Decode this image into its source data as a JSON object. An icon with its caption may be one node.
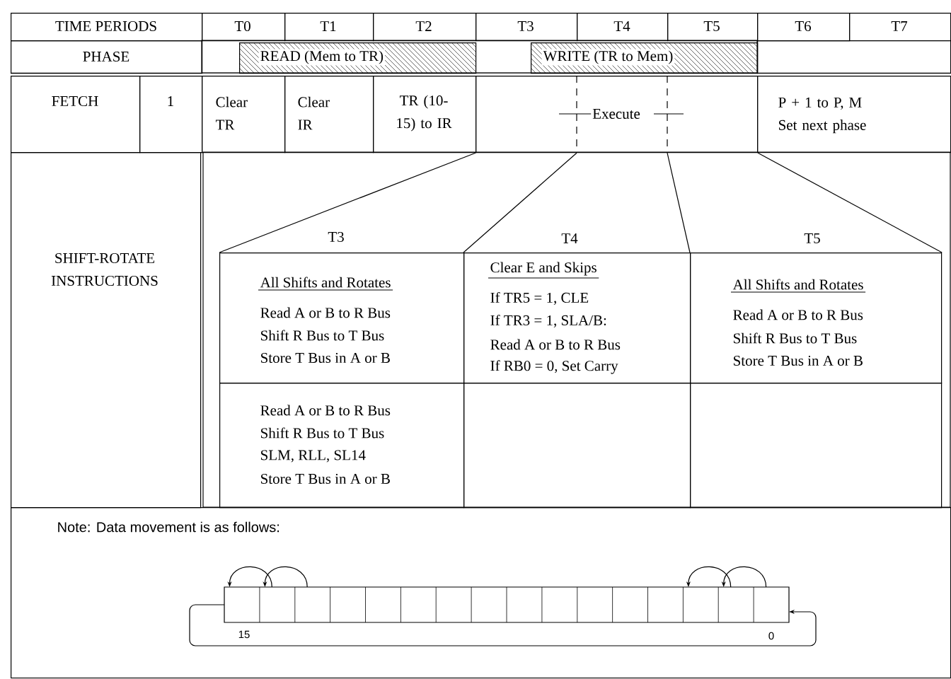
{
  "diagram": {
    "nodes": [
      {
        "text": [
          "TIME PERIODS"
        ]
      },
      {
        "text": [
          "T0"
        ]
      },
      {
        "text": [
          "T1"
        ]
      },
      {
        "text": [
          "T2"
        ]
      },
      {
        "text": [
          "T3"
        ]
      },
      {
        "text": [
          "T4"
        ]
      },
      {
        "text": [
          "T5"
        ]
      },
      {
        "text": [
          "T6"
        ]
      },
      {
        "text": [
          "T7"
        ]
      },
      {
        "text": [
          "PHASE"
        ]
      },
      {
        "text": [
          "READ (Mem to TR)"
        ]
      },
      {
        "text": [
          "WRITE (TR to Mem)"
        ]
      },
      {
        "text": [
          "FETCH"
        ]
      },
      {
        "text": [
          "1"
        ]
      },
      {
        "text": [
          "Clear TR"
        ]
      },
      {
        "text": [
          "Clear IR"
        ]
      },
      {
        "text": [
          "TR (10-15) to IR"
        ]
      },
      {
        "text": [
          "Execute"
        ]
      },
      {
        "text": [
          "P + 1 to P, M Set next phase"
        ]
      },
      {
        "text": [
          "SHIFT-ROTATE INSTRUCTIONS"
        ]
      },
      {
        "text": [
          "T3",
          "All Shifts and Rotates",
          "Read A or B to R Bus",
          "Shift R Bus to T Bus",
          "Store T Bus in A or B"
        ]
      },
      {
        "text": [
          "T4",
          "Clear E and Skips",
          "If TR5 = 1, CLE",
          "If TR3 = 1, SLA/B:",
          "Read A or B to R Bus",
          "If RB0 = 0, Set Carry"
        ]
      },
      {
        "text": [
          "T5",
          "All Shifts and Rotates",
          "Read A or B to R Bus",
          "Shift R Bus to T Bus",
          "Store T Bus in A or B"
        ]
      },
      {
        "text": [
          "Read A or B to R Bus",
          "Shift R Bus to T Bus",
          "SLM, RLL, SL14",
          "Store T Bus in A or B"
        ]
      },
      {
        "text": [],
        "shape": "box"
      },
      {
        "text": [],
        "shape": "box"
      },
      {
        "text": [
          "Note: Data movement is as follows:"
        ]
      },
      {
        "text": [],
        "shape": "box"
      }
    ],
    "edges": [
      {
        "from": 17,
        "to": 20,
        "arrow": "none"
      },
      {
        "from": 17,
        "to": 21,
        "arrow": "none"
      },
      {
        "from": 17,
        "to": 22,
        "arrow": "none"
      },
      {
        "from": 17,
        "to": 22,
        "arrow": "none"
      }
    ],
    "labels": [
      "15",
      "0"
    ]
  }
}
